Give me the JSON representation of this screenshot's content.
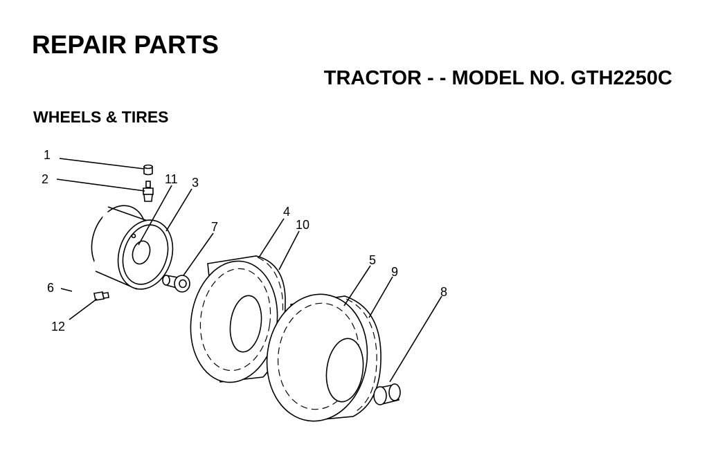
{
  "header": {
    "title": "REPAIR PARTS",
    "subtitle": "TRACTOR - - MODEL NO. GTH2250C",
    "section": "WHEELS & TIRES"
  },
  "callouts": {
    "c1": "1",
    "c2": "2",
    "c3": "3",
    "c4": "4",
    "c5": "5",
    "c6": "6",
    "c7": "7",
    "c8": "8",
    "c9": "9",
    "c10": "10",
    "c11": "11",
    "c12": "12"
  }
}
